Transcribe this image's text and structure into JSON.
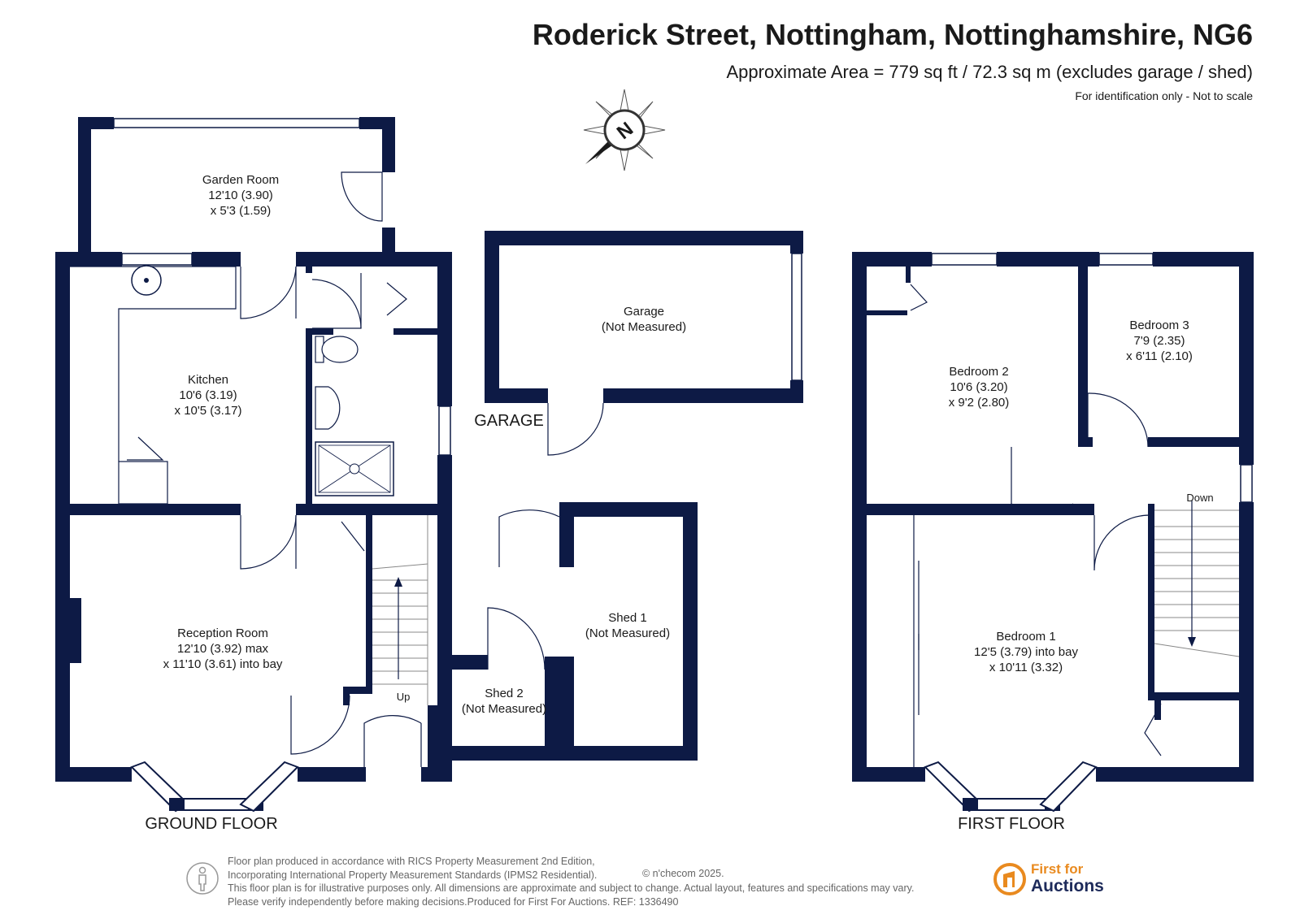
{
  "header": {
    "title": "Roderick Street, Nottingham, Nottinghamshire, NG6",
    "area": "Approximate Area = 779 sq ft / 72.3 sq m (excludes garage / shed)",
    "note": "For identification only - Not to scale"
  },
  "compass": {
    "letter": "N"
  },
  "floors": {
    "ground": "GROUND FLOOR",
    "first": "FIRST FLOOR",
    "garage": "GARAGE"
  },
  "rooms": {
    "garden_room": {
      "name": "Garden Room",
      "dim1": "12'10 (3.90)",
      "dim2": "x 5'3 (1.59)"
    },
    "kitchen": {
      "name": "Kitchen",
      "dim1": "10'6 (3.19)",
      "dim2": "x 10'5 (3.17)"
    },
    "reception": {
      "name": "Reception Room",
      "dim1": "12'10 (3.92) max",
      "dim2": "x 11'10 (3.61) into bay"
    },
    "garage": {
      "name": "Garage",
      "dim1": "(Not Measured)"
    },
    "shed1": {
      "name": "Shed 1",
      "dim1": "(Not Measured)"
    },
    "shed2": {
      "name": "Shed 2",
      "dim1": "(Not Measured)"
    },
    "bedroom1": {
      "name": "Bedroom 1",
      "dim1": "12'5 (3.79) into bay",
      "dim2": "x 10'11 (3.32)"
    },
    "bedroom2": {
      "name": "Bedroom 2",
      "dim1": "10'6 (3.20)",
      "dim2": "x 9'2 (2.80)"
    },
    "bedroom3": {
      "name": "Bedroom 3",
      "dim1": "7'9 (2.35)",
      "dim2": "x 6'11 (2.10)"
    }
  },
  "stairs": {
    "up": "Up",
    "down": "Down"
  },
  "footer": {
    "line1": "Floor plan produced in accordance with RICS Property Measurement 2nd Edition,",
    "line2": "Incorporating International Property Measurement Standards (IPMS2 Residential).",
    "line3": "This floor plan is for illustrative purposes only. All dimensions are approximate and subject to change. Actual layout, features and specifications may vary.",
    "line4": "Please verify independently before making decisions.Produced for First For Auctions.   REF:  1336490",
    "copyright": "© nʹchecom 2025.",
    "brand_line1": "First for",
    "brand_line2": "Auctions"
  },
  "colors": {
    "wall": "#0d1a45",
    "brand_orange": "#e98a1f",
    "brand_navy": "#1d2a5a"
  },
  "icons": [
    "compass-icon",
    "person-icon",
    "brand-logo-icon",
    "sink-icon",
    "toilet-icon",
    "basin-icon",
    "shower-icon"
  ]
}
